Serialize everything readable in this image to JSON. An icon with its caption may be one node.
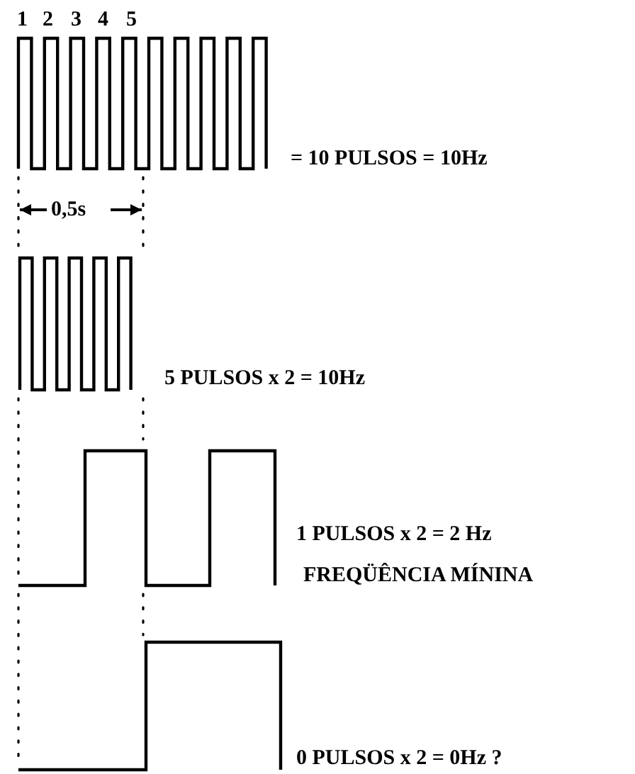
{
  "diagram": {
    "labels": [
      "1",
      "2",
      "3",
      "4",
      "5",
      "= 10 PULSOS = 10Hz",
      "0,5s",
      "5 PULSOS x 2 = 10Hz",
      "1 PULSOS x 2 = 2 Hz",
      "FREQÜÊNCIA MÍNINA",
      "0 PULSOS x 2 = 0Hz ?"
    ]
  }
}
